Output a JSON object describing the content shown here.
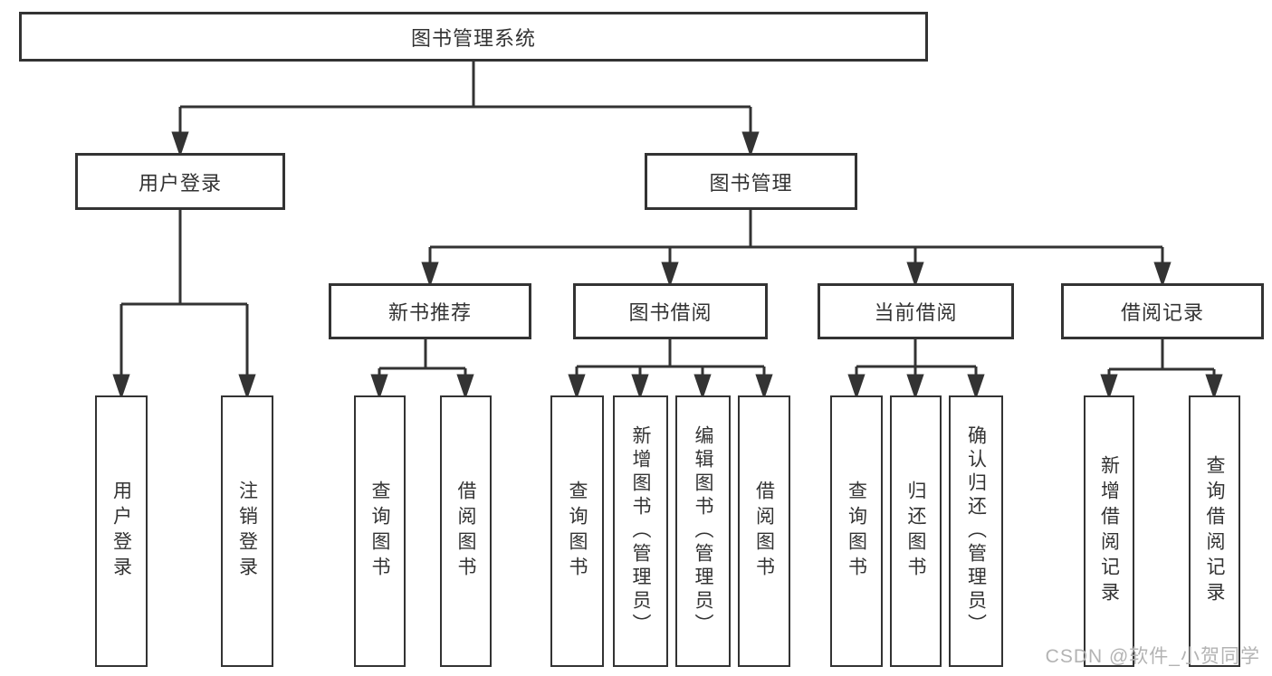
{
  "diagram": {
    "root": {
      "label": "图书管理系统"
    },
    "branches": [
      {
        "label": "用户登录",
        "children": [
          {
            "label": "用户登录"
          },
          {
            "label": "注销登录"
          }
        ]
      },
      {
        "label": "图书管理",
        "groups": [
          {
            "label": "新书推荐",
            "children": [
              {
                "label": "查询图书"
              },
              {
                "label": "借阅图书"
              }
            ]
          },
          {
            "label": "图书借阅",
            "children": [
              {
                "label": "查询图书"
              },
              {
                "label": "新增图书（管理员）"
              },
              {
                "label": "编辑图书（管理员）"
              },
              {
                "label": "借阅图书"
              }
            ]
          },
          {
            "label": "当前借阅",
            "children": [
              {
                "label": "查询图书"
              },
              {
                "label": "归还图书"
              },
              {
                "label": "确认归还（管理员）"
              }
            ]
          },
          {
            "label": "借阅记录",
            "children": [
              {
                "label": "新增借阅记录"
              },
              {
                "label": "查询借阅记录"
              }
            ]
          }
        ]
      }
    ]
  },
  "watermark": {
    "text": "CSDN @软件_小贺同学"
  },
  "colors": {
    "line": "#333333",
    "box_border": "#333333",
    "box_background": "#ffffff",
    "text": "#333333",
    "watermark": "#b3b3b3"
  }
}
